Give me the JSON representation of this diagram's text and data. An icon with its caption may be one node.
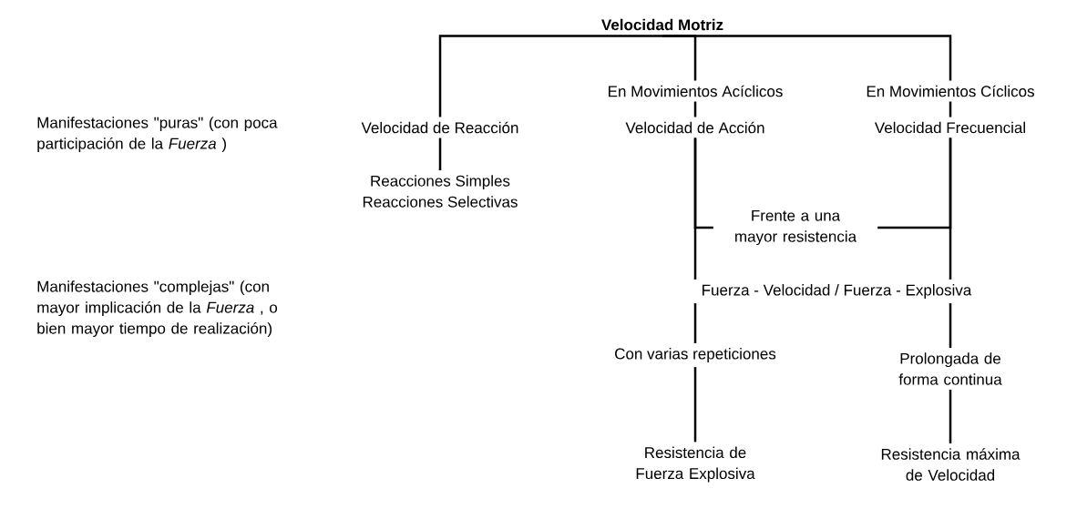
{
  "diagram": {
    "nodes": [
      {
        "text": [
          "Velocidad Motriz"
        ]
      },
      {
        "text": [
          "Velocidad de Reacción"
        ]
      },
      {
        "text": [
          "En Movimientos Acíclicos"
        ]
      },
      {
        "text": [
          "En Movimientos Cíclicos"
        ]
      },
      {
        "text": [
          "Velocidad de Acción"
        ]
      },
      {
        "text": [
          "Velocidad Frecuencial"
        ]
      },
      {
        "text": [
          "Reacciones Simples",
          "Reacciones Selectivas"
        ]
      },
      {
        "text": [
          "Frente a una mayor resistencia"
        ]
      },
      {
        "text": [
          "Fuerza - Velocidad / Fuerza - Explosiva"
        ]
      },
      {
        "text": [
          "Con varias repeticiones"
        ]
      },
      {
        "text": [
          "Prolongada de forma continua"
        ]
      },
      {
        "text": [
          "Resistencia de Fuerza Explosiva"
        ]
      },
      {
        "text": [
          "Resistencia máxima de Velocidad"
        ]
      }
    ],
    "edges": [
      {
        "from": 0,
        "to": 1,
        "arrow": "none"
      },
      {
        "from": 0,
        "to": 2,
        "arrow": "none"
      },
      {
        "from": 0,
        "to": 3,
        "arrow": "none"
      },
      {
        "from": 1,
        "to": 6,
        "arrow": "none"
      },
      {
        "from": 2,
        "to": 4,
        "arrow": "none"
      },
      {
        "from": 3,
        "to": 5,
        "arrow": "none"
      },
      {
        "from": 4,
        "to": 7,
        "arrow": "none"
      },
      {
        "from": 5,
        "to": 7,
        "arrow": "none"
      },
      {
        "from": 4,
        "to": 8,
        "arrow": "none"
      },
      {
        "from": 5,
        "to": 8,
        "arrow": "none"
      },
      {
        "from": 8,
        "to": 9,
        "arrow": "none"
      },
      {
        "from": 8,
        "to": 10,
        "arrow": "none"
      },
      {
        "from": 9,
        "to": 11,
        "arrow": "none"
      },
      {
        "from": 10,
        "to": 12,
        "arrow": "none"
      }
    ],
    "labels": [
      "Manifestaciones \"puras\" (con poca participación de la *Fuerza* )",
      "Manifestaciones \"complejas\" (con mayor implicación de la *Fuerza* , o bien mayor tiempo de realización)"
    ]
  }
}
